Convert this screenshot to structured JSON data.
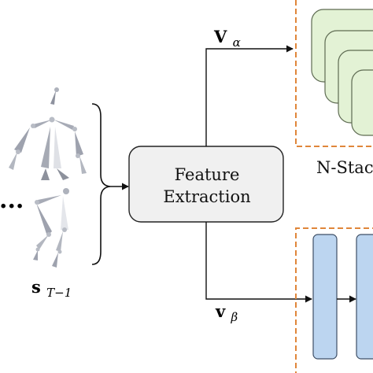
{
  "feature_box": {
    "line1": "Feature",
    "line2": "Extraction"
  },
  "top_branch": {
    "label_main": "V",
    "label_sub": "α",
    "module_label": "N-Stac"
  },
  "bottom_branch": {
    "label_main": "v",
    "label_sub": "β"
  },
  "pose_sequence": {
    "ellipsis": "...",
    "label_main": "s",
    "label_sub": "T−1"
  },
  "colors": {
    "green_fill": "#e3f2d5",
    "green_stroke": "#5e6b52",
    "blue_fill": "#bcd5f0",
    "blue_stroke": "#3e4f66",
    "orange_dash": "#e0863a",
    "feature_fill": "#f0f0f0",
    "skeleton_gray": "#9ea2ae",
    "skeleton_light": "#e7e9ee"
  }
}
